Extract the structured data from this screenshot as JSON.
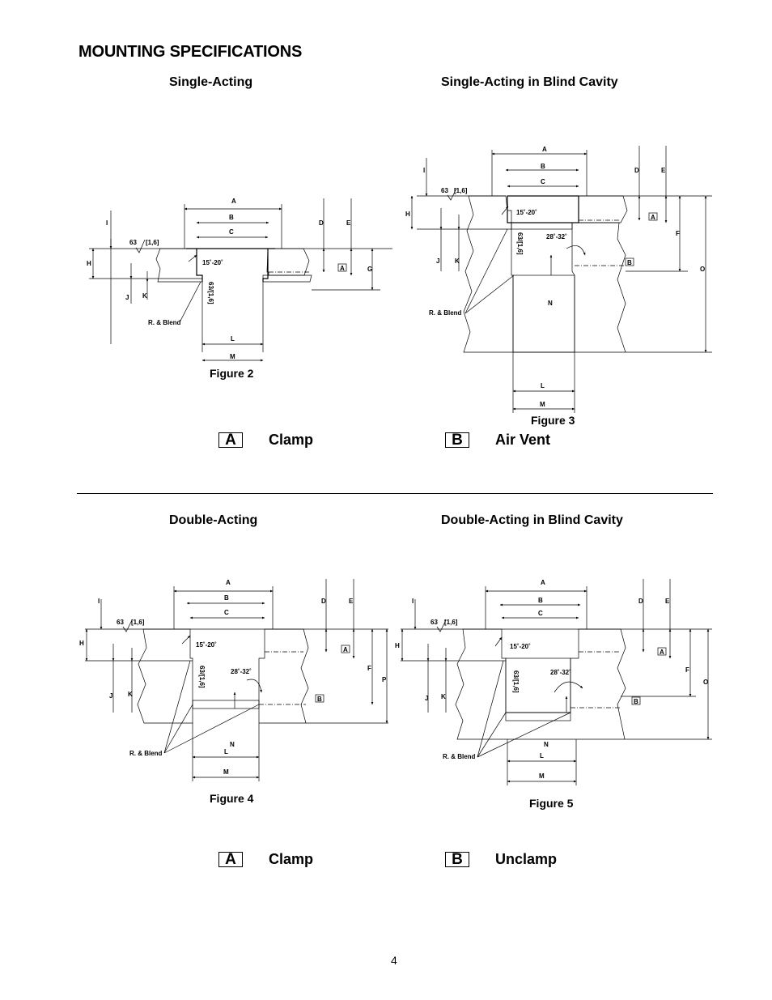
{
  "page": {
    "title": "MOUNTING SPECIFICATIONS",
    "page_number": "4"
  },
  "sections": {
    "single_acting": "Single-Acting",
    "single_acting_blind": "Single-Acting in Blind Cavity",
    "double_acting": "Double-Acting",
    "double_acting_blind": "Double-Acting in Blind Cavity"
  },
  "figures": {
    "fig2": "Figure 2",
    "fig3": "Figure 3",
    "fig4": "Figure 4",
    "fig5": "Figure 5"
  },
  "legends": {
    "top": [
      {
        "letter": "A",
        "label": "Clamp"
      },
      {
        "letter": "B",
        "label": "Air Vent"
      }
    ],
    "bottom": [
      {
        "letter": "A",
        "label": "Clamp"
      },
      {
        "letter": "B",
        "label": "Unclamp"
      }
    ]
  },
  "diagram_labels": {
    "A": "A",
    "B": "B",
    "C": "C",
    "D": "D",
    "E": "E",
    "F": "F",
    "G": "G",
    "H": "H",
    "I": "I",
    "J": "J",
    "K": "K",
    "L": "L",
    "M": "M",
    "N": "N",
    "O": "O",
    "P": "P",
    "finish": "63",
    "finish_metric": "[1,6]",
    "finish_rotated": "63/[1,6]",
    "angle_chamfer": "15˚-20˚",
    "angle_port": "28˚-32˚",
    "blend": "R. & Blend",
    "port_a": "A",
    "port_b": "B"
  }
}
